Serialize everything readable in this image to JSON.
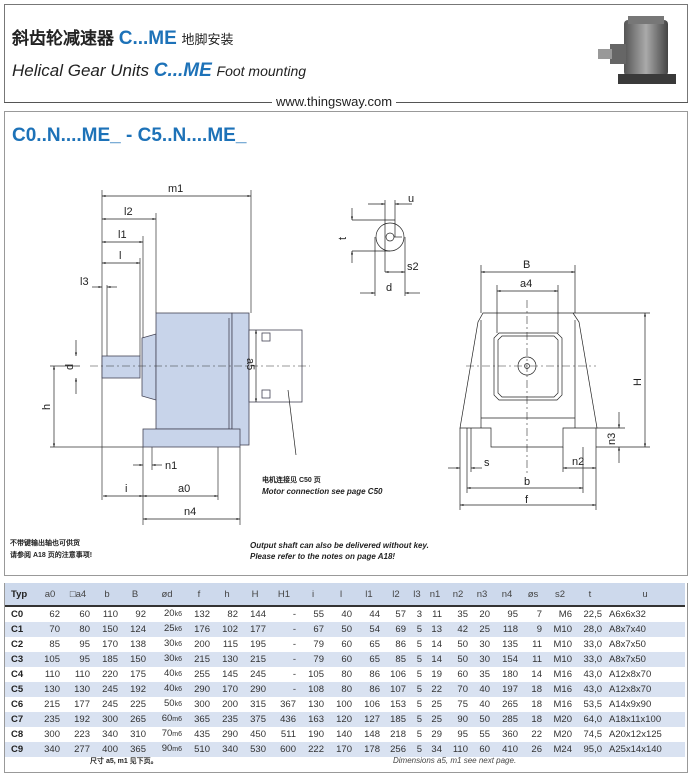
{
  "header": {
    "cn_title": "斜齿轮减速器",
    "cn_model": "C...ME",
    "cn_subtitle": "地脚安装",
    "en_title": "Helical Gear Units",
    "en_model": "C...ME",
    "en_subtitle": "Foot mounting",
    "website": "www.thingsway.com"
  },
  "section": {
    "title": "C0..N....ME_ - C5..N....ME_"
  },
  "drawing": {
    "side": {
      "m1": "m1",
      "l2": "l2",
      "l1": "l1",
      "l": "l",
      "l3": "l3",
      "d": "d",
      "h": "h",
      "a5": "a5",
      "n1": "n1",
      "i": "i",
      "a0": "a0",
      "n4": "n4"
    },
    "shaft": {
      "u": "u",
      "t": "t",
      "s2": "s2",
      "d": "d"
    },
    "end": {
      "B": "B",
      "a4": "a4",
      "H": "H",
      "n3": "n3",
      "s": "s",
      "n2": "n2",
      "b": "b",
      "f": "f"
    },
    "motor_note_cn": "电机连接见 C50 页",
    "motor_note_en": "Motor connection see page C50"
  },
  "notes": {
    "cn_line1": "不带键输出轴也可供货",
    "cn_line2": "请参阅 A18 页的注意事项!",
    "en_line1": "Output shaft can also be delivered without key.",
    "en_line2": "Please refer to the notes on page A18!"
  },
  "colors": {
    "accent": "#1d72b8",
    "table_header": "#cdd9ec",
    "table_alt": "#d9e2f1",
    "housing": "#c8d4ea"
  },
  "table": {
    "headers": [
      "Typ",
      "a0",
      "□a4",
      "b",
      "B",
      "ød",
      "f",
      "h",
      "H",
      "H1",
      "i",
      "l",
      "l1",
      "l2",
      "l3",
      "n1",
      "n2",
      "n3",
      "n4",
      "øs",
      "s2",
      "t",
      "u"
    ],
    "rows": [
      [
        "C0",
        "62",
        "60",
        "110",
        "92",
        [
          "20",
          "k6"
        ],
        "132",
        "82",
        "144",
        "-",
        "55",
        "40",
        "44",
        "57",
        "3",
        "11",
        "35",
        "20",
        "95",
        "7",
        "M6",
        "22,5",
        "A6x6x32"
      ],
      [
        "C1",
        "70",
        "80",
        "150",
        "124",
        [
          "25",
          "k6"
        ],
        "176",
        "102",
        "177",
        "-",
        "67",
        "50",
        "54",
        "69",
        "5",
        "13",
        "42",
        "25",
        "118",
        "9",
        "M10",
        "28,0",
        "A8x7x40"
      ],
      [
        "C2",
        "85",
        "95",
        "170",
        "138",
        [
          "30",
          "k6"
        ],
        "200",
        "115",
        "195",
        "-",
        "79",
        "60",
        "65",
        "86",
        "5",
        "14",
        "50",
        "30",
        "135",
        "11",
        "M10",
        "33,0",
        "A8x7x50"
      ],
      [
        "C3",
        "105",
        "95",
        "185",
        "150",
        [
          "30",
          "k6"
        ],
        "215",
        "130",
        "215",
        "-",
        "79",
        "60",
        "65",
        "85",
        "5",
        "14",
        "50",
        "30",
        "154",
        "11",
        "M10",
        "33,0",
        "A8x7x50"
      ],
      [
        "C4",
        "110",
        "110",
        "220",
        "175",
        [
          "40",
          "k6"
        ],
        "255",
        "145",
        "245",
        "-",
        "105",
        "80",
        "86",
        "106",
        "5",
        "19",
        "60",
        "35",
        "180",
        "14",
        "M16",
        "43,0",
        "A12x8x70"
      ],
      [
        "C5",
        "130",
        "130",
        "245",
        "192",
        [
          "40",
          "k6"
        ],
        "290",
        "170",
        "290",
        "-",
        "108",
        "80",
        "86",
        "107",
        "5",
        "22",
        "70",
        "40",
        "197",
        "18",
        "M16",
        "43,0",
        "A12x8x70"
      ],
      [
        "C6",
        "215",
        "177",
        "245",
        "225",
        [
          "50",
          "k6"
        ],
        "300",
        "200",
        "315",
        "367",
        "130",
        "100",
        "106",
        "153",
        "5",
        "25",
        "75",
        "40",
        "265",
        "18",
        "M16",
        "53,5",
        "A14x9x90"
      ],
      [
        "C7",
        "235",
        "192",
        "300",
        "265",
        [
          "60",
          "m6"
        ],
        "365",
        "235",
        "375",
        "436",
        "163",
        "120",
        "127",
        "185",
        "5",
        "25",
        "90",
        "50",
        "285",
        "18",
        "M20",
        "64,0",
        "A18x11x100"
      ],
      [
        "C8",
        "300",
        "223",
        "340",
        "310",
        [
          "70",
          "m6"
        ],
        "435",
        "290",
        "450",
        "511",
        "190",
        "140",
        "148",
        "218",
        "5",
        "29",
        "95",
        "55",
        "360",
        "22",
        "M20",
        "74,5",
        "A20x12x125"
      ],
      [
        "C9",
        "340",
        "277",
        "400",
        "365",
        [
          "90",
          "m6"
        ],
        "510",
        "340",
        "530",
        "600",
        "222",
        "170",
        "178",
        "256",
        "5",
        "34",
        "110",
        "60",
        "410",
        "26",
        "M24",
        "95,0",
        "A25x14x140"
      ]
    ],
    "footnote_cn": "尺寸 a5, m1 见下页。",
    "footnote_en": "Dimensions a5, m1 see next page."
  }
}
